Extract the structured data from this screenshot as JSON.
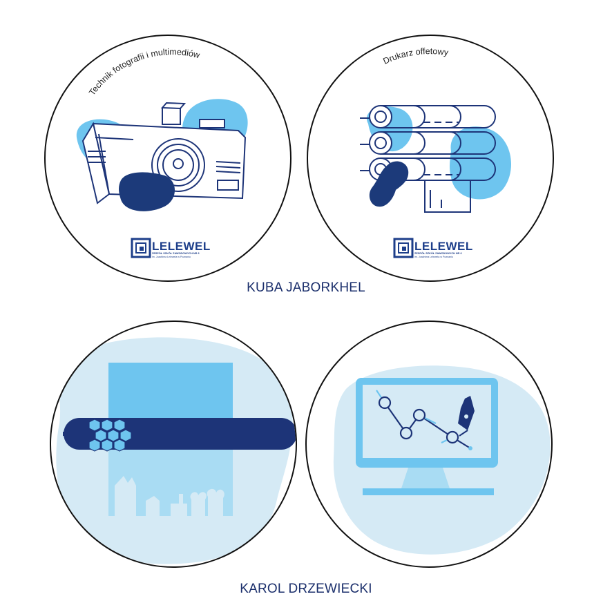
{
  "badges": [
    {
      "title": "Technik fotografii i multimediów",
      "logo": {
        "word": "LELEWEL",
        "line1": "ZESPÓŁ SZKÓŁ ZAWODOWYCH NR 6",
        "line2": "im. Joachima Lelewela w Poznaniu"
      },
      "illustration": "camera-icon"
    },
    {
      "title": "Drukarz offetowy",
      "logo": {
        "word": "LELEWEL",
        "line1": "ZESPÓŁ SZKÓŁ ZAWODOWYCH NR 6",
        "line2": "im. Joachima Lelewela w Poznaniu"
      },
      "illustration": "printing-rollers-icon"
    },
    {
      "illustration": "print-roller-sheet-icon"
    },
    {
      "illustration": "monitor-pen-tool-icon"
    }
  ],
  "captions": {
    "top": "KUBA JABORKHEL",
    "bottom": "KAROL DRZEWIECKI"
  },
  "colors": {
    "navy": "#1d3478",
    "light_blue": "#6ec5ef",
    "pale_blue": "#d5eaf5",
    "dark_blue_blob": "#1c3a7a",
    "outline": "#111111"
  }
}
